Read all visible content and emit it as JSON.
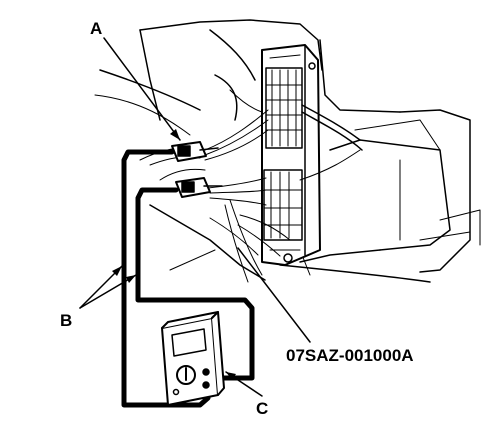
{
  "figure": {
    "callouts": {
      "a": "A",
      "b": "B",
      "c": "C"
    },
    "part_number": "07SAZ-001000A"
  },
  "icons": [
    "multimeter-icon",
    "test-lead-icon",
    "connector-icon",
    "ecu-unit-icon",
    "wire-harness-icon"
  ],
  "colors": {
    "line": "#000000",
    "background": "#ffffff"
  }
}
